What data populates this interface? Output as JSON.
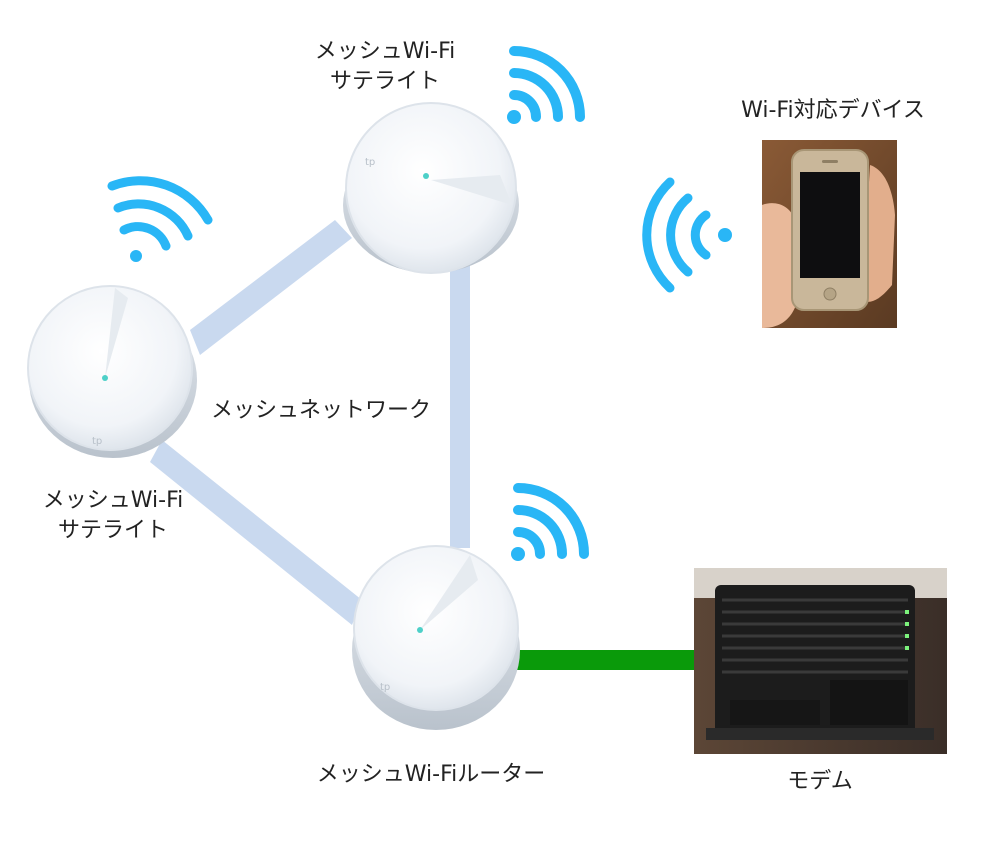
{
  "labels": {
    "top_satellite": {
      "line1": "メッシュWi-Fi",
      "line2": "サテライト"
    },
    "left_satellite": {
      "line1": "メッシュWi-Fi",
      "line2": "サテライト"
    },
    "mesh_network": "メッシュネットワーク",
    "router": "メッシュWi-Fiルーター",
    "modem": "モデム",
    "device": "Wi-Fi対応デバイス"
  },
  "icons": {
    "wifi": "wifi-signal-icon",
    "node": "mesh-node-device",
    "phone": "smartphone-photo",
    "modem": "modem-photo"
  },
  "colors": {
    "wifi_signal": "#29B6F6",
    "mesh_link": "#C9D9EF",
    "wired_link": "#0A9A0A",
    "node_body": "#EEF2F6",
    "node_accent": "#4DD0C8"
  }
}
